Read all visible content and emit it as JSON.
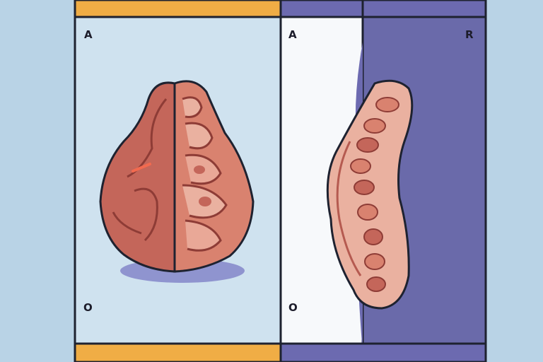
{
  "panel_left": {
    "label_top": "A",
    "label_bottom": "O"
  },
  "panel_middle": {
    "label_top": "A",
    "label_bottom": "O"
  },
  "panel_right": {
    "label_top": "R"
  },
  "colors": {
    "background": "#b9d3e6",
    "panel_left": "#cfe2ef",
    "panel_middle": "#f7f9fb",
    "panel_right": "#6a6aaa",
    "orange_band": "#f0ad45",
    "purple_band": "#6c6ab0",
    "organ_dark": "#c4665a",
    "organ_light": "#eab1a0",
    "shadow": "#8f94cf"
  }
}
